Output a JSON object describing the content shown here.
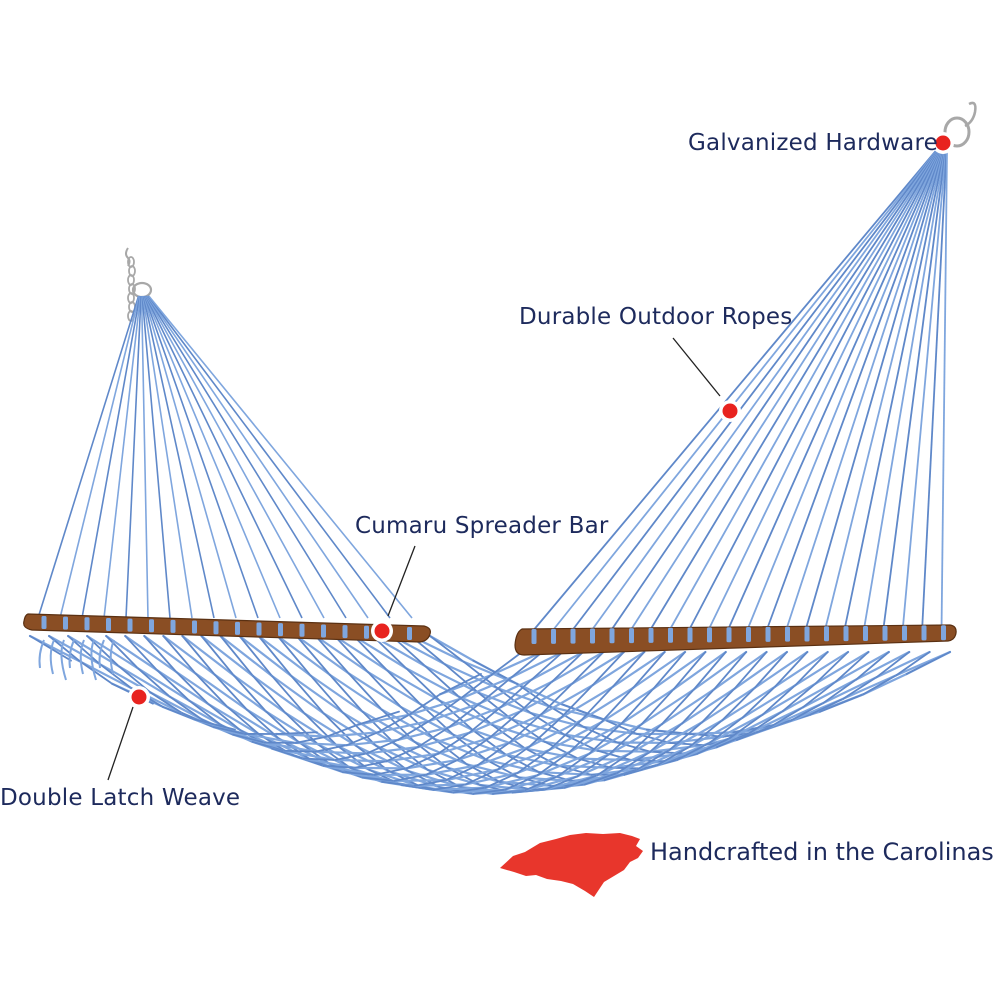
{
  "callouts": {
    "hardware": "Galvanized Hardware",
    "ropes": "Durable Outdoor Ropes",
    "spreader": "Cumaru Spreader Bar",
    "weave": "Double Latch Weave"
  },
  "tagline": "Handcrafted in the Carolinas",
  "colors": {
    "rope": "#7fa6de",
    "rope_dark": "#5f88c9",
    "wood": "#8a4e24",
    "wood_dark": "#5a3012",
    "dot": "#e8231f",
    "text": "#1d2a5c",
    "state": "#e8362c",
    "hardware": "#a8a8a8"
  }
}
